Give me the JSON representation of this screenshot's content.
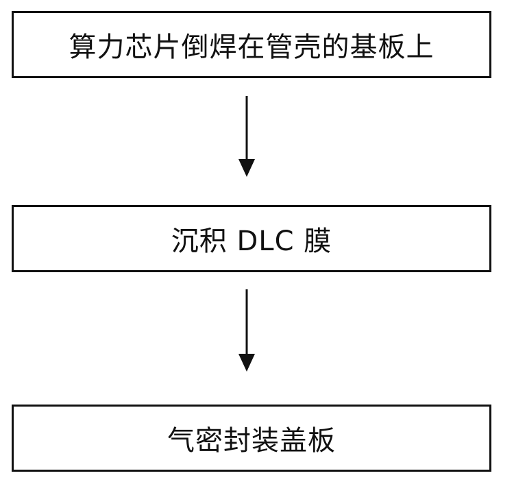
{
  "diagram": {
    "type": "vertical-flowchart",
    "steps": [
      {
        "label": "算力芯片倒焊在管壳的基板上"
      },
      {
        "label": "沉积 DLC 膜"
      },
      {
        "label": "气密封装盖板"
      }
    ],
    "arrows": [
      {
        "from": 0,
        "to": 1
      },
      {
        "from": 1,
        "to": 2
      }
    ],
    "colors": {
      "stroke": "#111111",
      "background": "#ffffff"
    }
  }
}
